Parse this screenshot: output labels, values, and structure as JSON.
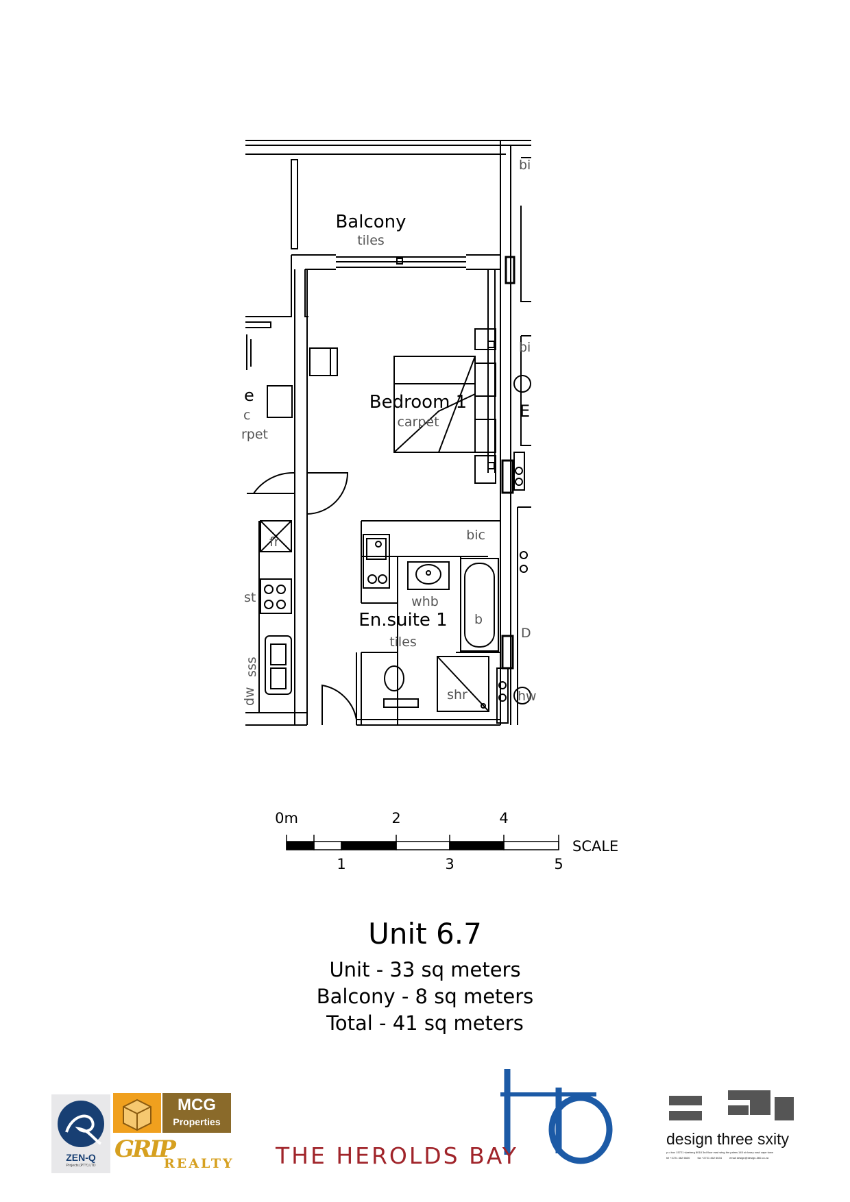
{
  "floorplan": {
    "rooms": {
      "balcony": {
        "name": "Balcony",
        "finish": "tiles"
      },
      "bedroom": {
        "name": "Bedroom 1",
        "finish": "carpet"
      },
      "ensuite": {
        "name": "En.suite 1",
        "finish": "tiles"
      }
    },
    "fixtures": {
      "bic_right_top": "bi",
      "bic_right_mid": "bi",
      "bic_kitchen": "bic",
      "whb": "whb",
      "bath": "b",
      "shower": "shr",
      "fridge": "fr",
      "stove": "st",
      "sink": "sss",
      "dishwasher": "dw",
      "neighbour_e": "E",
      "neighbour_e_left": "e",
      "neighbour_c": "c",
      "neighbour_carpet": "rpet",
      "neighbour_hw": "hw",
      "neighbour_dw": "D"
    }
  },
  "scale": {
    "label": "SCALE",
    "top_ticks": [
      "0m",
      "2",
      "4"
    ],
    "bottom_ticks": [
      "1",
      "3",
      "5"
    ]
  },
  "unit": {
    "title": "Unit 6.7",
    "unit_area": "Unit - 33 sq meters",
    "balcony_area": "Balcony - 8 sq meters",
    "total_area": "Total - 41 sq meters"
  },
  "logos": {
    "zenq": {
      "name": "ZEN-Q",
      "sub": "Projects (PTY) LTD"
    },
    "mcg": {
      "line1": "MCG",
      "line2": "Properties"
    },
    "grip": {
      "mark": "GRIP",
      "word": "REALTY"
    },
    "herolds": {
      "name": "THE HEROLDS BAY",
      "monogram": "hb"
    },
    "design": {
      "name": "design three sxity",
      "line1": "p o box 15721 vlaeberg 8018 3rd floor east wing the palms 145 sir lowry road cape town",
      "line2": "tel +2721 462 6630          fax +2721 462 6634          email design@design-360.co.za"
    }
  },
  "colors": {
    "line": "#000000",
    "wall_fill": "#ffffff",
    "grey_text": "#555555",
    "mcg_orange": "#f0a01e",
    "mcg_brown": "#8a6a2a",
    "herolds_blue": "#1c5aa6",
    "herolds_red": "#a0242a",
    "zenq_navy": "#183f73",
    "grip_gold": "#d6a020",
    "design_grey": "#555555"
  }
}
